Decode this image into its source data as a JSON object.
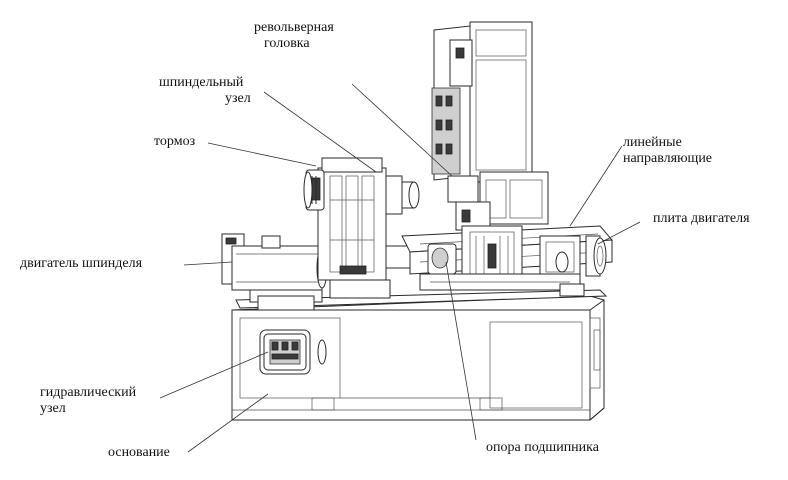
{
  "labels": {
    "turret": [
      "револьверная",
      "головка"
    ],
    "spindle_unit": [
      "шпиндельный",
      "узел"
    ],
    "brake": "тормоз",
    "linear_guides": [
      "линейные",
      "направляющие"
    ],
    "motor_plate": "плита двигателя",
    "spindle_motor": "двигатель шпинделя",
    "hydraulic_unit": [
      "гидравлический",
      "узел"
    ],
    "base": "основание",
    "bearing_support": "опора подшипника"
  }
}
